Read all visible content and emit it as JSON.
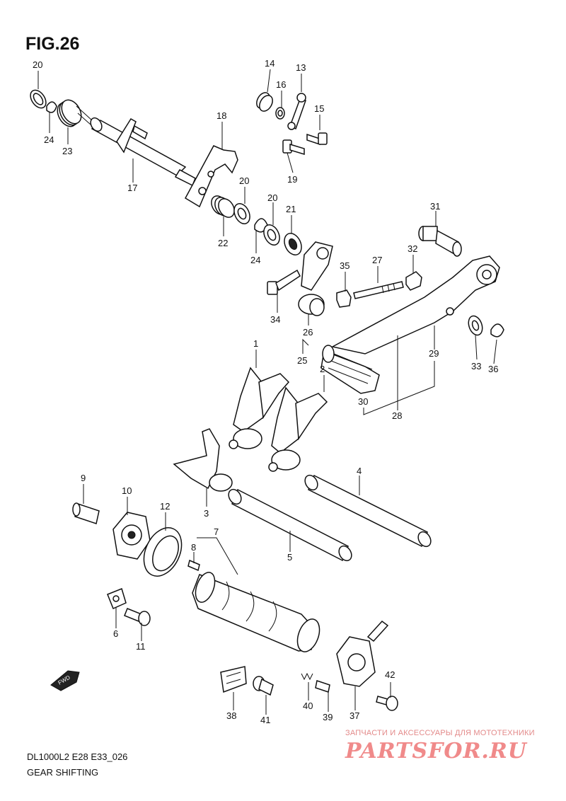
{
  "figure": {
    "title": "FIG.26"
  },
  "footer": {
    "code": "DL1000L2 E28 E33_026",
    "title": "GEAR SHIFTING"
  },
  "fwd_arrow_label": "FWD",
  "watermark": {
    "tagline": "ЗАПЧАСТИ И АКСЕССУАРЫ ДЛЯ МОТОТЕХНИКИ",
    "logo": "PARTSFOR.RU"
  },
  "part_labels": {
    "p1": "1",
    "p2": "2",
    "p3": "3",
    "p4": "4",
    "p5": "5",
    "p6": "6",
    "p7": "7",
    "p8": "8",
    "p9": "9",
    "p10": "10",
    "p11": "11",
    "p12": "12",
    "p13": "13",
    "p14": "14",
    "p15": "15",
    "p16": "16",
    "p17": "17",
    "p18": "18",
    "p19": "19",
    "p20a": "20",
    "p20b": "20",
    "p20c": "20",
    "p21": "21",
    "p22": "22",
    "p23": "23",
    "p24a": "24",
    "p24b": "24",
    "p25": "25",
    "p26": "26",
    "p27": "27",
    "p28": "28",
    "p29": "29",
    "p30": "30",
    "p31": "31",
    "p32": "32",
    "p33": "33",
    "p34": "34",
    "p35": "35",
    "p36": "36",
    "p37": "37",
    "p38": "38",
    "p39": "39",
    "p40": "40",
    "p41": "41",
    "p42": "42"
  },
  "colors": {
    "ink": "#111111",
    "watermark": "#f08a8a",
    "background": "#ffffff"
  }
}
